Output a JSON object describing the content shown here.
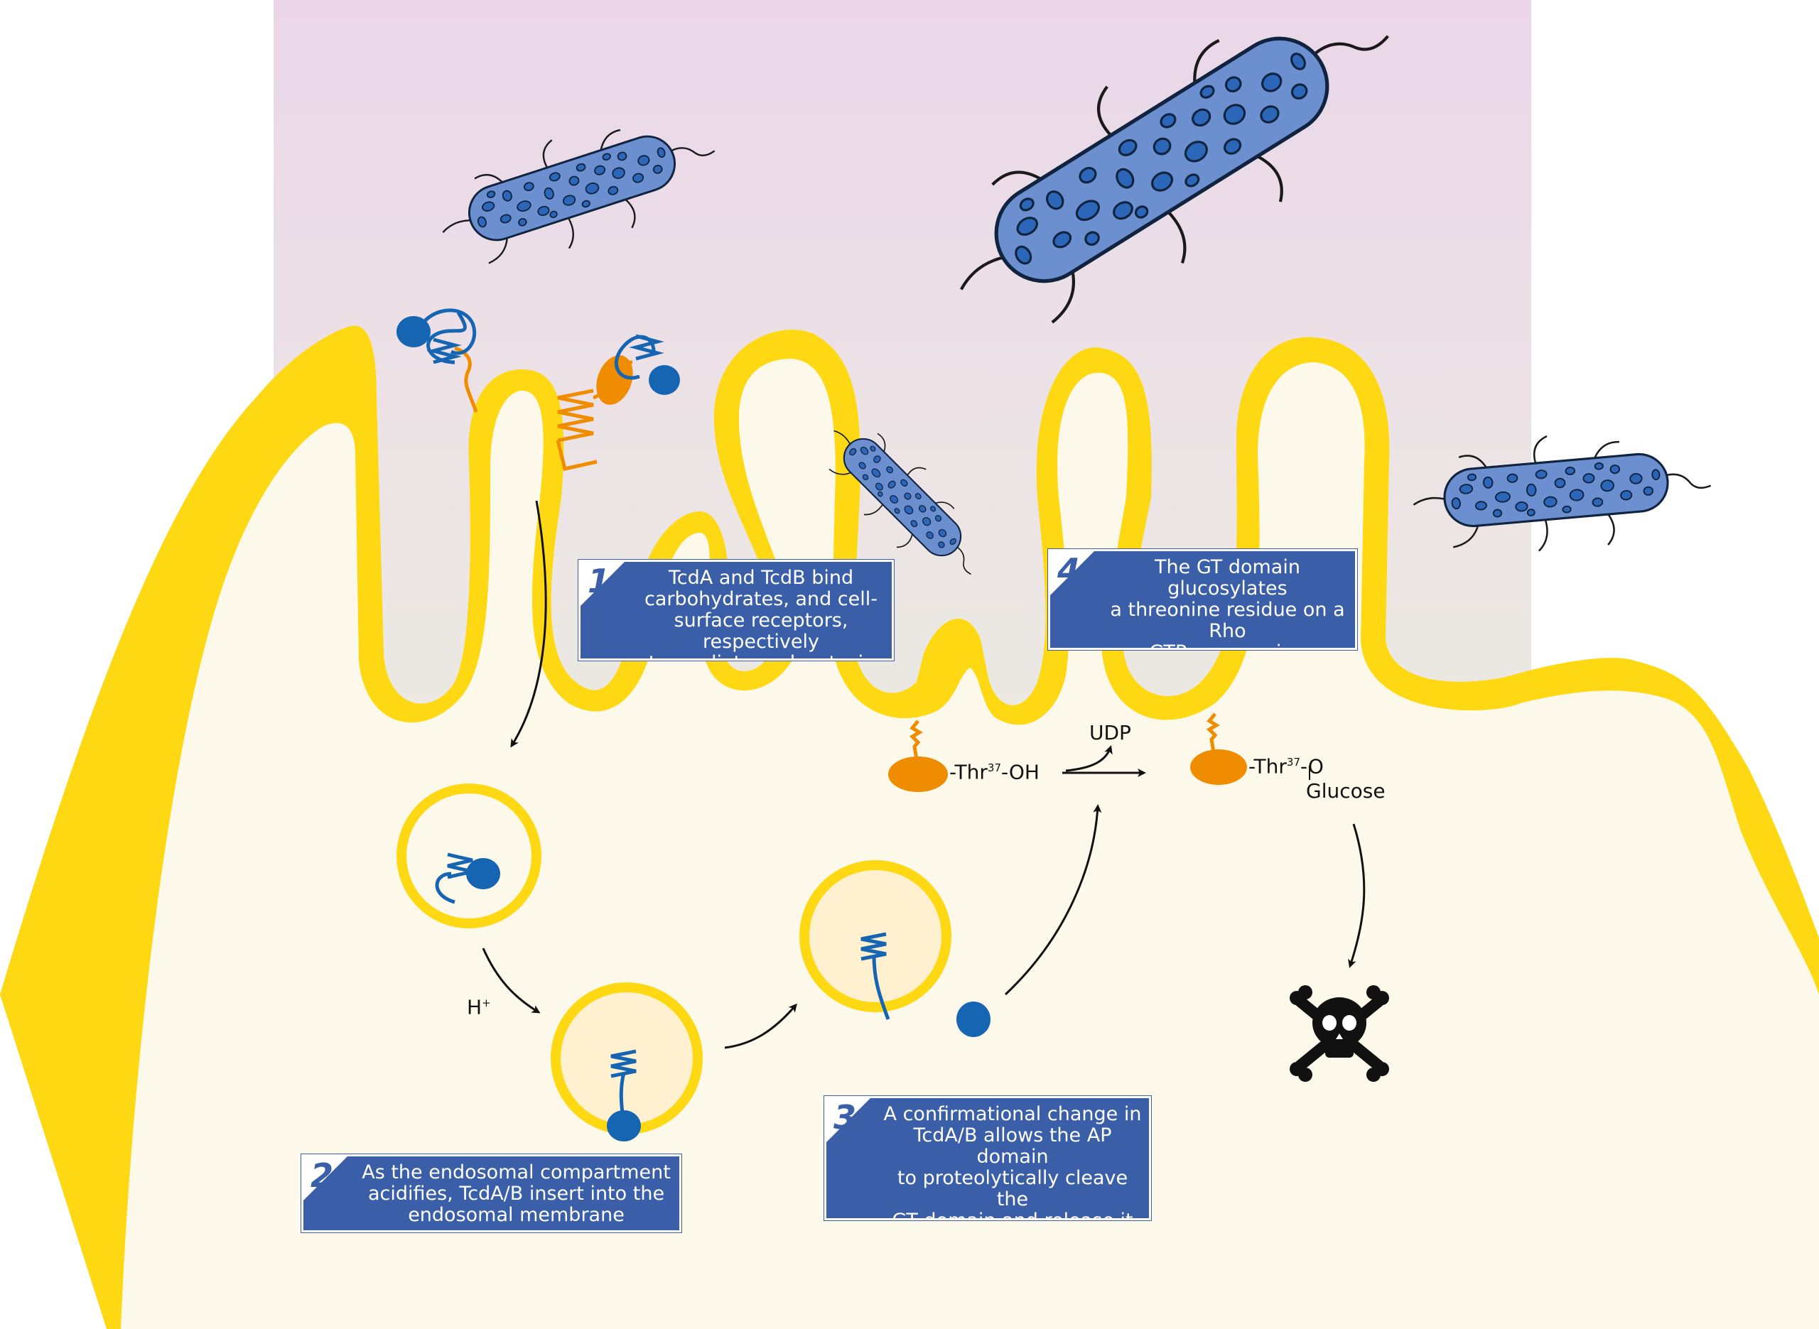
{
  "colors": {
    "extracellular_top": "#ead8e7",
    "extracellular_bottom": "#ecebe6",
    "cytoplasm": "#fdf9ea",
    "membrane": "#ffd814",
    "membrane_fill": "#fff6d3",
    "toxin_blue": "#1565b3",
    "receptor_orange": "#f08c00",
    "bacterium_body": "#6c8fd0",
    "bacterium_spots": "#2c66b8",
    "box_blue": "#3a5fa8"
  },
  "steps": [
    {
      "number": "1",
      "text": "TcdA and TcdB bind\ncarbohydrates, and cell-\nsurface receptors, respectively\nto mediate endocytosis"
    },
    {
      "number": "2",
      "text": "As the endosomal compartment\nacidifies, TcdA/B insert into the\nendosomal membrane"
    },
    {
      "number": "3",
      "text": "A confirmational change in\nTcdA/B allows the AP domain\nto proteolytically cleave the\nGT domain and release it into\nthe cytosol"
    },
    {
      "number": "4",
      "text": "The GT domain glucosylates\na threonine residue on a Rho\nGTPase, causing irreversible\ninactivation of catalytic activity"
    }
  ],
  "labels": {
    "thr_before_prefix": "-Thr",
    "thr_before_sup": "37",
    "thr_before_suffix": "-OH",
    "thr_after_prefix": "-Thr",
    "thr_after_sup": "37",
    "thr_after_suffix": "-O",
    "glucose": "Glucose",
    "udp": "UDP",
    "proton": "H",
    "proton_sup": "+"
  },
  "icons": [
    "bacterium-icon",
    "skull-crossbones-icon",
    "toxin-icon",
    "receptor-icon",
    "rho-gtpase-icon"
  ]
}
